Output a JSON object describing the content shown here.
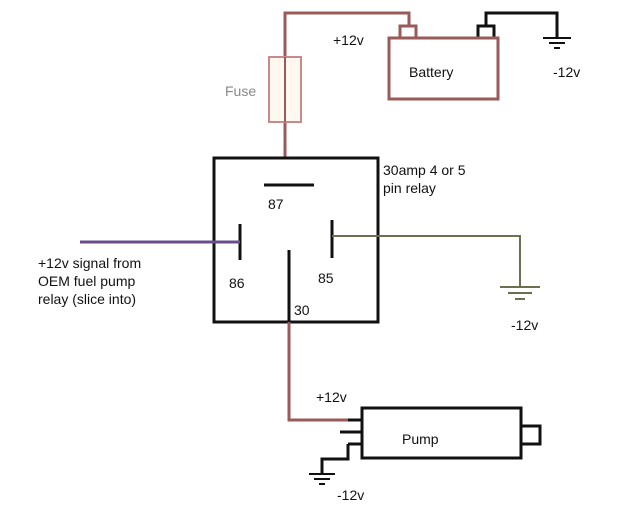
{
  "battery": {
    "label": "Battery",
    "plus": "+12v",
    "minus": "-12v"
  },
  "fuse": {
    "label": "Fuse"
  },
  "relay": {
    "title_line1": "30amp 4 or 5",
    "title_line2": "pin relay",
    "pin87": "87",
    "pin86": "86",
    "pin85": "85",
    "pin30": "30",
    "ground85": "-12v"
  },
  "signal": {
    "line1": "+12v signal from",
    "line2": "OEM fuel pump",
    "line3": "relay (slice into)"
  },
  "pump": {
    "label": "Pump",
    "plus": "+12v",
    "minus": "-12v"
  },
  "colors": {
    "power_wire": "#9b5a5a",
    "ground_wire": "#111111",
    "ground85_wire": "#6e6e50",
    "signal_wire": "#6a4c8c",
    "fuse_fill": "#fff8f0",
    "fuse_outline": "#c98a8a",
    "outline": "#111111"
  }
}
